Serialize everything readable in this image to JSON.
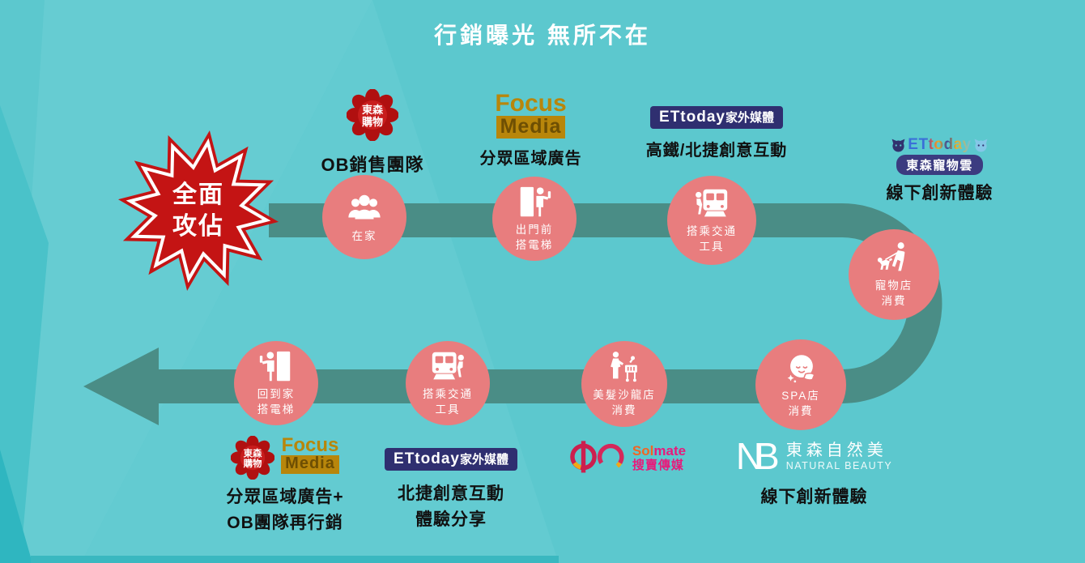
{
  "title": "行銷曝光 無所不在",
  "badge": {
    "line1": "全面",
    "line2": "攻佔"
  },
  "journey_stops": [
    {
      "line1": "在家",
      "line2": ""
    },
    {
      "line1": "出門前",
      "line2": "搭電梯"
    },
    {
      "line1": "搭乘交通",
      "line2": "工具"
    },
    {
      "line1": "寵物店",
      "line2": "消費"
    },
    {
      "line1": "SPA店",
      "line2": "消費"
    },
    {
      "line1": "美髮沙龍店",
      "line2": "消費"
    },
    {
      "line1": "搭乘交通",
      "line2": "工具"
    },
    {
      "line1": "回到家",
      "line2": "搭電梯"
    }
  ],
  "brands": {
    "ehs": {
      "line1": "東森",
      "line2": "購物"
    },
    "focus": {
      "word1": "Focus",
      "word2": "Media"
    },
    "etout": {
      "name": "ETtoday",
      "suffix": "家外媒體"
    },
    "petcloud": {
      "name": "ETtoday",
      "banner": "東森寵物雲"
    },
    "solmate": {
      "sol": "Sol",
      "mate": "mate",
      "tagline": "搜賣傳媒"
    },
    "nb": {
      "mark": "NB",
      "name": "東森自然美",
      "sub": "NATURAL BEAUTY"
    }
  },
  "touchpoints": {
    "top1": "OB銷售團隊",
    "top2": "分眾區域廣告",
    "top3": "高鐵/北捷創意互動",
    "top4": "線下創新體驗",
    "bottom1a": "分眾區域廣告+",
    "bottom1b": "OB團隊再行銷",
    "bottom2a": "北捷創意互動",
    "bottom2b": "體驗分享",
    "bottom4": "線下創新體驗"
  },
  "colors": {
    "background": "#5cc8ce",
    "path": "#4a8d86",
    "node": "#e87d7e",
    "badge_red": "#c41414",
    "focus_gold": "#b8860b",
    "ettoday_navy": "#2f2f70",
    "solmate_magenta": "#e81a7b",
    "label_text": "#111111",
    "white": "#ffffff"
  }
}
